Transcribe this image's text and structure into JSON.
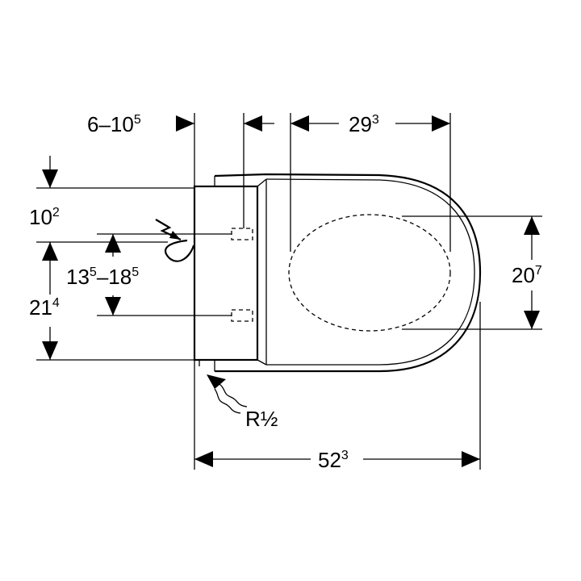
{
  "dimensions": {
    "top_left": {
      "main": "6–10",
      "sup": "5"
    },
    "top_right": {
      "main": "29",
      "sup": "3"
    },
    "left_top": {
      "main": "10",
      "sup": "2"
    },
    "left_range": {
      "main_a": "13",
      "sup_a": "5",
      "main_b": "–18",
      "sup_b": "5"
    },
    "left_total": {
      "main": "21",
      "sup": "4"
    },
    "right_height": {
      "main": "20",
      "sup": "7"
    },
    "bottom_width": {
      "main": "52",
      "sup": "3"
    }
  },
  "water_connection": {
    "label": "R½"
  }
}
